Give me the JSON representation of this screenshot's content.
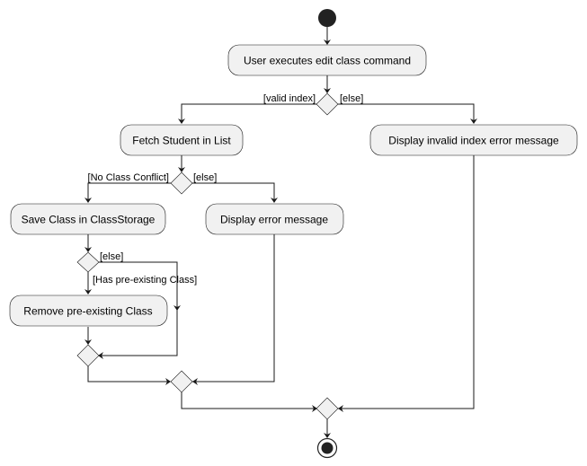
{
  "activities": {
    "user_executes": "User executes edit class command",
    "fetch_student": "Fetch Student in List",
    "display_invalid": "Display invalid index error message",
    "save_class": "Save Class in ClassStorage",
    "display_error": "Display error message",
    "remove_class": "Remove pre-existing Class"
  },
  "guards": {
    "valid_index": "[valid index]",
    "else_1": "[else]",
    "no_conflict": "[No Class Conflict]",
    "else_2": "[else]",
    "else_3": "[else]",
    "has_class": "[Has pre-existing Class]"
  },
  "colors": {
    "node_fill": "#f1f1f1",
    "stroke": "#181818",
    "start_end": "#222222"
  }
}
